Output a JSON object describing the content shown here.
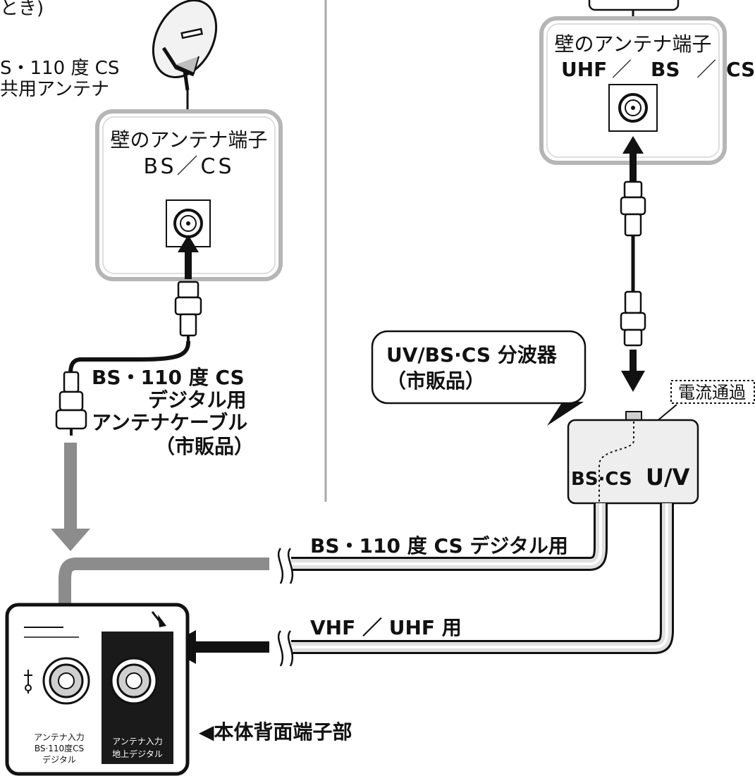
{
  "top_left_fragment": "とき)",
  "dish_label": {
    "line1": "S・110 度 CS",
    "line2": "共用アンテナ"
  },
  "left_wall_terminal": {
    "title": "壁のアンテナ端子",
    "type": "BS／CS"
  },
  "right_wall_terminal": {
    "title": "壁のアンテナ端子",
    "type_parts": [
      "UHF",
      "／",
      "BS",
      "／",
      "CS"
    ]
  },
  "cable_label": {
    "line1": "BS・110 度 CS",
    "line2": "デジタル用",
    "line3": "アンテナケーブル",
    "line4": "（市販品）"
  },
  "splitter_callout": {
    "line1": "UV/BS·CS 分波器",
    "line2": "（市販品）"
  },
  "current_pass_label": "電流通過",
  "splitter_ports": {
    "bs_cs": "BS·CS",
    "uv": "U/V"
  },
  "cable_bs_label": "BS・110 度 CS デジタル用",
  "cable_vu_label": "VHF ／ UHF 用",
  "tv_panel": {
    "input_bs_line1": "アンテナ入力",
    "input_bs_line2": "BS·110度CS",
    "input_bs_line3": "デジタル",
    "input_terr_line1": "アンテナ入力",
    "input_terr_line2": "地上デジタル",
    "caption": "◀本体背面端子部"
  },
  "colors": {
    "line": "#111111",
    "arrow_gray": "#8c8c8c",
    "box_border": "#b5b5b5",
    "splitter_fill": "#eeeeee",
    "panel_black": "#1a1a1a"
  }
}
